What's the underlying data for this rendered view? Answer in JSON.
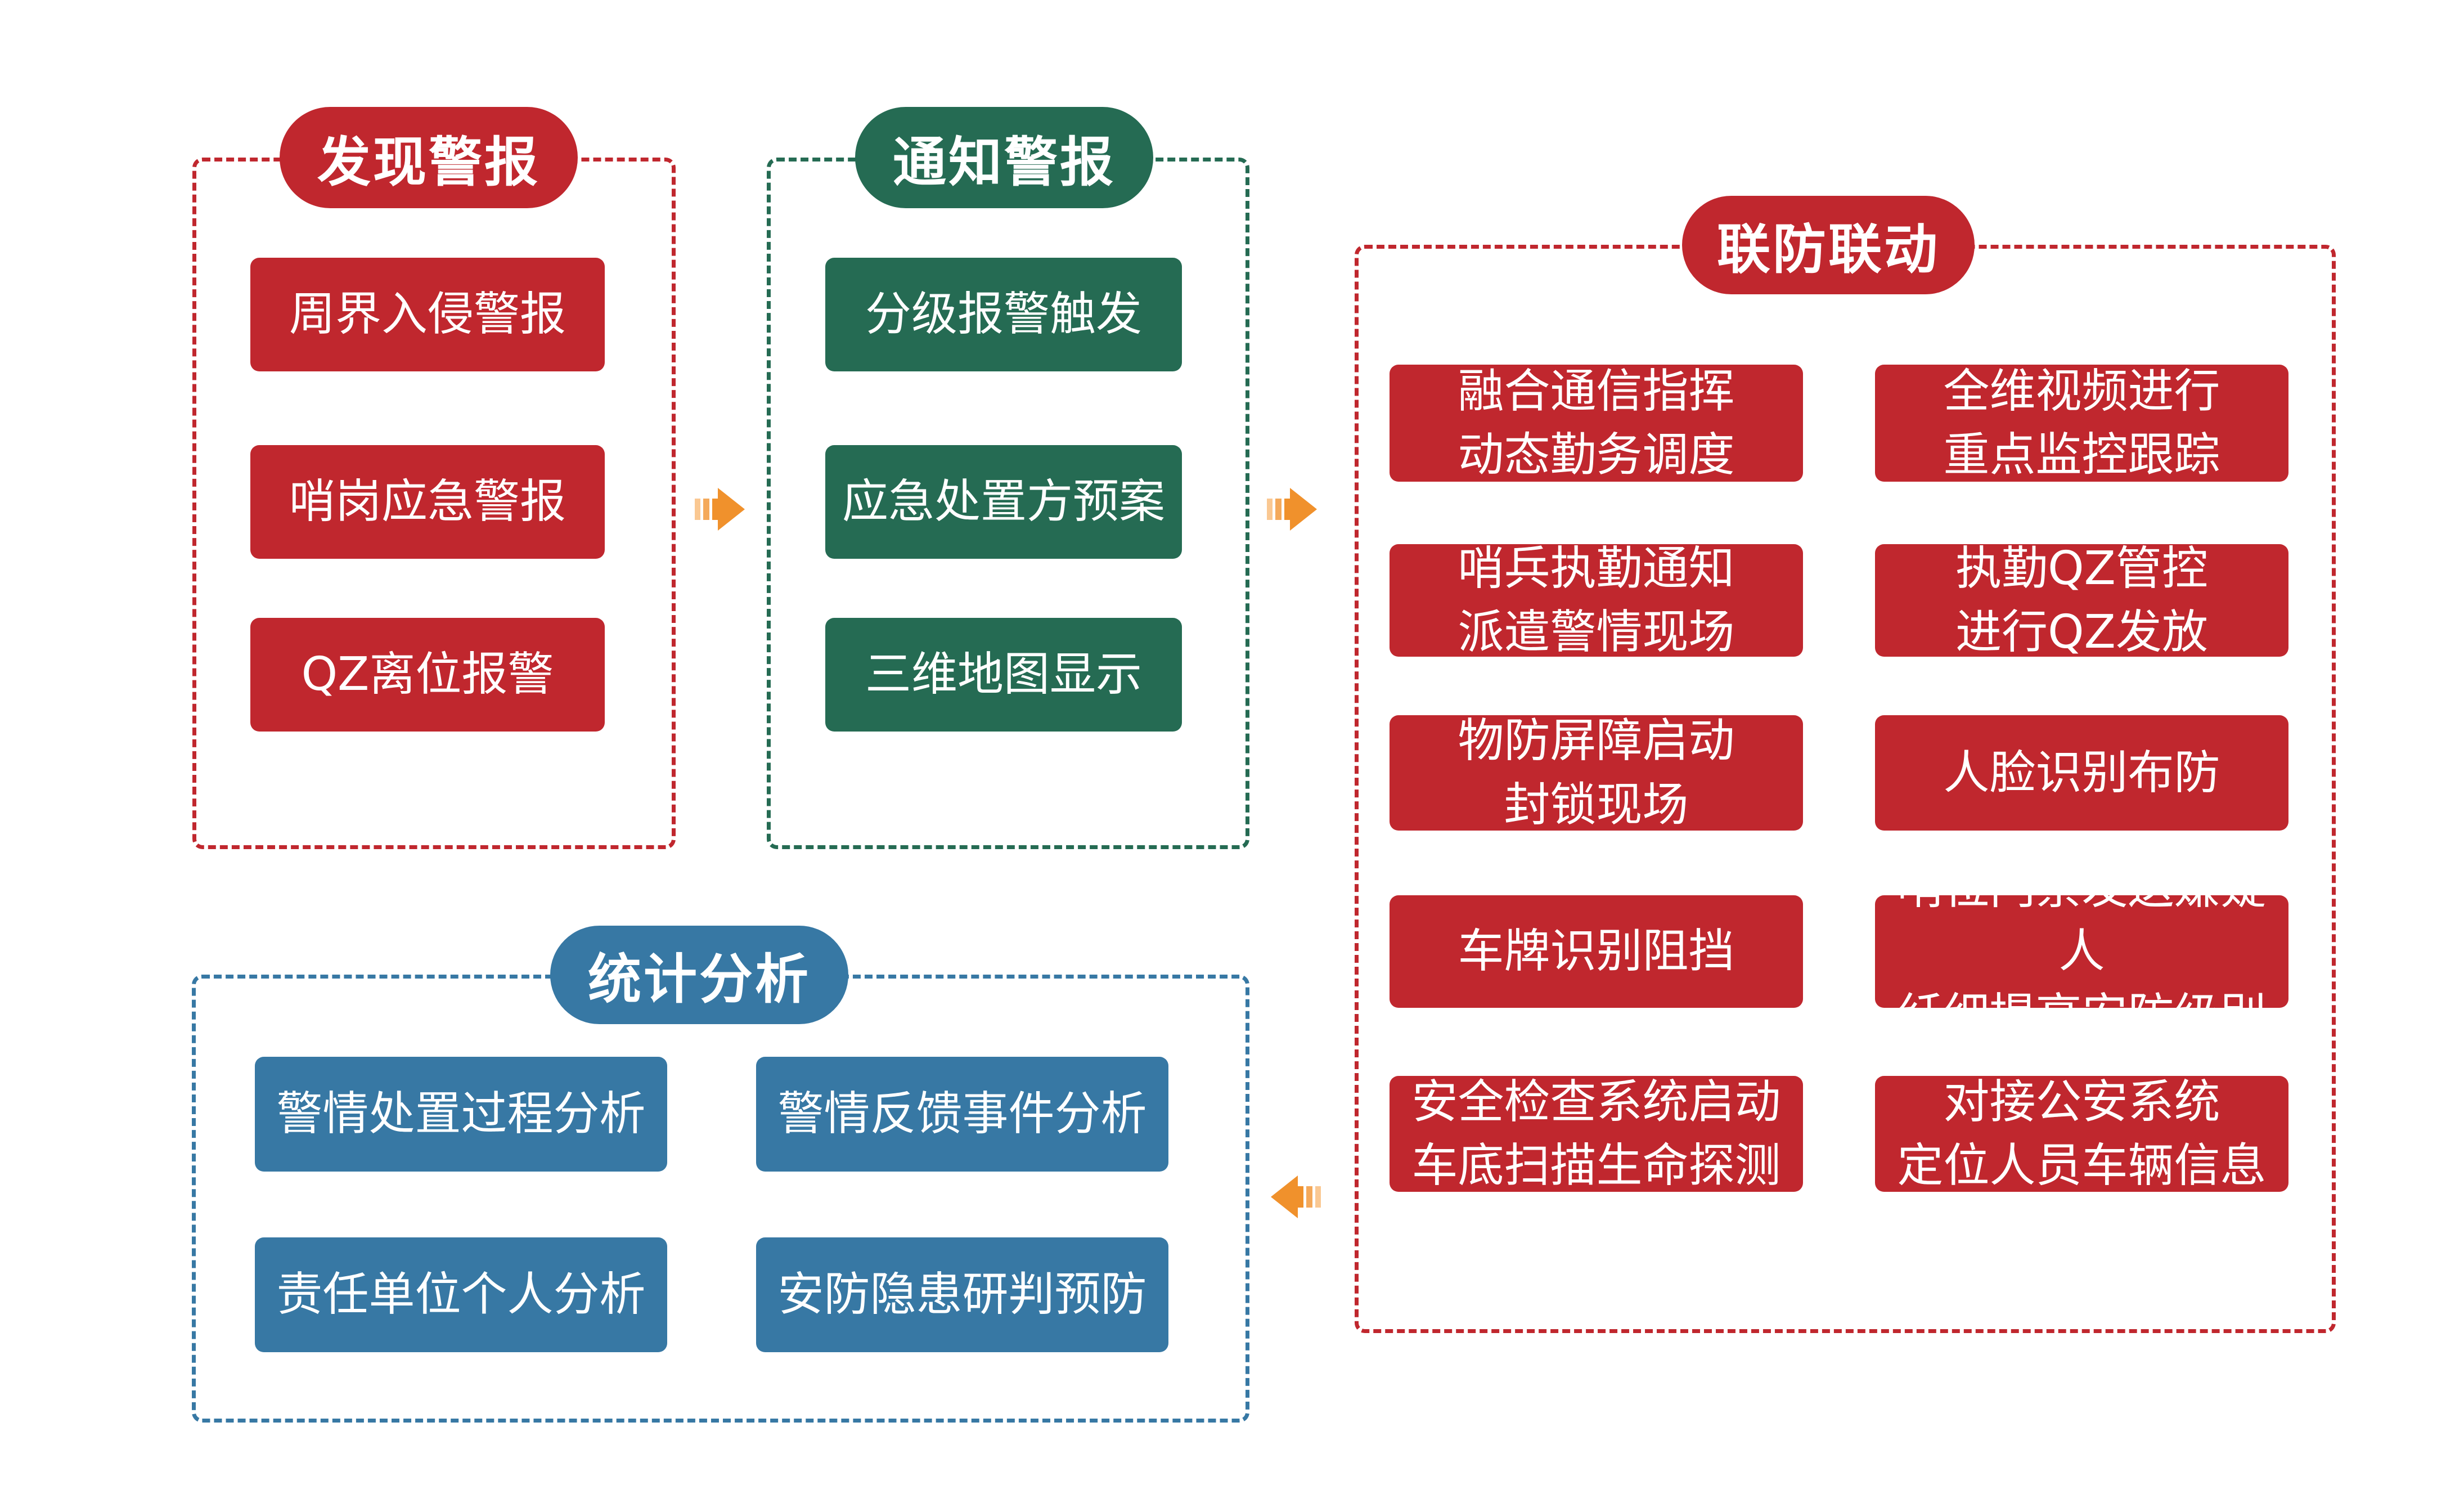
{
  "diagram": {
    "groups": {
      "discover": {
        "title": "发现警报",
        "items": [
          "周界入侵警报",
          "哨岗应急警报",
          "QZ离位报警"
        ]
      },
      "notify": {
        "title": "通知警报",
        "items": [
          "分级报警触发",
          "应急处置方预案",
          "三维地图显示"
        ]
      },
      "joint": {
        "title": "联防联动",
        "left_items": [
          "融合通信指挥\n动态勤务调度",
          "哨兵执勤通知\n派遣警情现场",
          "物防屏障启动\n封锁现场",
          "车牌识别阻挡",
          "安全检查系统启动\n车底扫描生命探测"
        ],
        "right_items": [
          "全维视频进行\n重点监控跟踪",
          "执勤QZ管控\n进行QZ发放",
          "人脸识别布防",
          "哨位门禁发送嫌疑人\n纤细提高安防级别",
          "对接公安系统\n定位人员车辆信息"
        ]
      },
      "stats": {
        "title": "统计分析",
        "items": [
          "警情处置过程分析",
          "警情反馈事件分析",
          "责任单位个人分析",
          "安防隐患研判预防"
        ]
      }
    },
    "arrows": [
      {
        "name": "discover-to-notify",
        "direction": "right"
      },
      {
        "name": "notify-to-joint",
        "direction": "right"
      },
      {
        "name": "joint-to-stats",
        "direction": "left"
      }
    ],
    "colors": {
      "red": "#C0272E",
      "green": "#256B53",
      "blue": "#3778A4",
      "arrow_orange": "#F0912C",
      "arrow_orange_mid": "#F4A95B",
      "arrow_orange_light": "#FAC892",
      "background": "#FFFFFF"
    }
  }
}
